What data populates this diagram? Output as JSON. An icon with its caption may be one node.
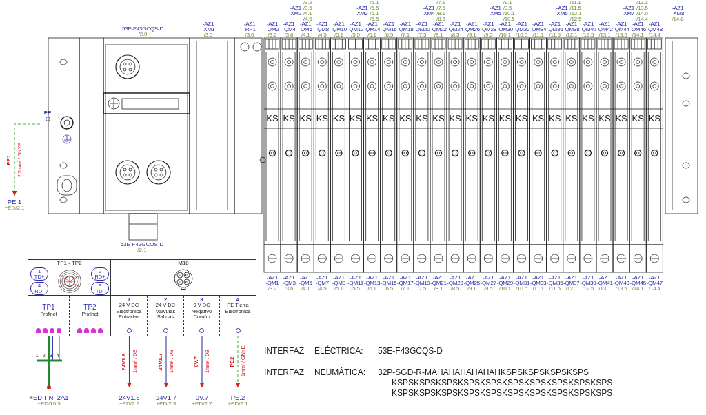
{
  "diagram": {
    "nodes": [
      {
        "text": [
          "PE"
        ]
      },
      {
        "text": [
          "PE.1",
          "+ED/2.1"
        ]
      },
      {
        "text": [
          "53E-F43GCQS-D",
          "/2.1"
        ]
      },
      {
        "text": [
          "TP1 - TP2"
        ],
        "in": 2
      },
      {
        "text": [
          "1",
          "TD+"
        ],
        "in": 3
      },
      {
        "text": [
          "2",
          "RD+"
        ],
        "in": 3
      },
      {
        "text": [
          "4",
          "RD-"
        ],
        "in": 3
      },
      {
        "text": [
          "3",
          "TD-"
        ],
        "in": 3
      },
      {
        "text": [
          "M18"
        ],
        "in": 2
      },
      {
        "text": [
          "TP1",
          "Profinet"
        ],
        "in": 2
      },
      {
        "text": [
          "TP2",
          "Profinet"
        ],
        "in": 2
      },
      {
        "text": [
          "1",
          "24 V DC Electrónica Entradas"
        ],
        "in": 2
      },
      {
        "text": [
          "2",
          "24 V DC Válvulas Salidas"
        ],
        "in": 2
      },
      {
        "text": [
          "3",
          "0 V DC Negativo Común"
        ],
        "in": 2
      },
      {
        "text": [
          "4",
          "PE Tierra Electrónica"
        ],
        "in": 2
      },
      {
        "text": [
          "+ED-PN_2A1",
          "+ED/10.5"
        ]
      },
      {
        "text": [
          "24V1.6",
          "+ED/2.2"
        ]
      },
      {
        "text": [
          "24V1.7",
          "+ED/2.3"
        ]
      },
      {
        "text": [
          "0V.7",
          "+ED/2.7"
        ]
      },
      {
        "text": [
          "PE.2",
          "+ED/2.1"
        ]
      }
    ],
    "edges": [
      {
        "from": 0,
        "to": 1,
        "arrow": "to",
        "label": "PE1",
        "style": "dashed",
        "color": "#4caf50"
      },
      {
        "from": 9,
        "to": 15,
        "arrow": "other",
        "style": "thick",
        "color": "#1e8c2e"
      },
      {
        "from": 11,
        "to": 16,
        "arrow": "to",
        "label": "24V1.6"
      },
      {
        "from": 12,
        "to": 17,
        "arrow": "to",
        "label": "24V1.7"
      },
      {
        "from": 13,
        "to": 18,
        "arrow": "to",
        "label": "0V.7"
      },
      {
        "from": 14,
        "to": 19,
        "arrow": "to",
        "label": "PE2",
        "style": "dashed",
        "color": "#4caf50"
      }
    ],
    "labels": [
      "53E-F43GCQS-D",
      "/2.0",
      "-AZ1",
      "-XM1",
      "/3.0",
      "-AZ1",
      "-RP1",
      "/3.0",
      "-AZ1",
      "-XM2",
      "/3.2",
      "/3.5",
      "/4.1",
      "/4.5",
      "-AZ1",
      "-XM3",
      "/5.1",
      "/5.5",
      "/6.1",
      "/6.5",
      "-AZ1",
      "-XM4",
      "/7.1",
      "/7.5",
      "/8.1",
      "/8.5",
      "-AZ1",
      "-XM5",
      "/9.1",
      "/9.5",
      "/10.1",
      "/10.5",
      "-AZ1",
      "-XM6",
      "/11.1",
      "/11.5",
      "/12.1",
      "/12.5",
      "-AZ1",
      "-XM7",
      "/13.1",
      "/13.5",
      "/14.0",
      "/14.4",
      "-AZ1",
      "-XM8",
      "/14.8",
      "-AZ1",
      "-QM2",
      "/3.2",
      "-AZ1",
      "-QM4",
      "/3.6",
      "-AZ1",
      "-QM6",
      "/4.1",
      "-AZ1",
      "-QM8",
      "/4.5",
      "-AZ1",
      "-QM10",
      "/5.1",
      "-AZ1",
      "-QM12",
      "/5.5",
      "-AZ1",
      "-QM14",
      "/6.1",
      "-AZ1",
      "-QM16",
      "/6.5",
      "-AZ1",
      "-QM18",
      "/7.1",
      "-AZ1",
      "-QM20",
      "/7.5",
      "-AZ1",
      "-QM22",
      "/8.1",
      "-AZ1",
      "-QM24",
      "/8.5",
      "-AZ1",
      "-QM26",
      "/9.1",
      "-AZ1",
      "-QM28",
      "/9.5",
      "-AZ1",
      "-QM30",
      "/10.1",
      "-AZ1",
      "-QM32",
      "/10.5",
      "-AZ1",
      "-QM34",
      "/11.1",
      "-AZ1",
      "-QM36",
      "/11.5",
      "-AZ1",
      "-QM38",
      "/12.1",
      "-AZ1",
      "-QM40",
      "/12.5",
      "-AZ1",
      "-QM42",
      "/13.1",
      "-AZ1",
      "-QM44",
      "/13.5",
      "-AZ1",
      "-QM46",
      "/14.1",
      "-AZ1",
      "-QM48",
      "/14.4",
      "KS",
      "KS",
      "KS",
      "KS",
      "KS",
      "KS",
      "KS",
      "KS",
      "KS",
      "KS",
      "KS",
      "KS",
      "KS",
      "KS",
      "KS",
      "KS",
      "KS",
      "KS",
      "KS",
      "KS",
      "KS",
      "KS",
      "KS",
      "KS",
      "-AZ1",
      "-QM1",
      "/3.2",
      "-AZ1",
      "-QM3",
      "/3.6",
      "-AZ1",
      "-QM5",
      "/4.1",
      "-AZ1",
      "-QM7",
      "/4.5",
      "-AZ1",
      "-QM9",
      "/5.1",
      "-AZ1",
      "-QM11",
      "/5.5",
      "-AZ1",
      "-QM13",
      "/6.1",
      "-AZ1",
      "-QM15",
      "/6.5",
      "-AZ1",
      "-QM17",
      "/7.1",
      "-AZ1",
      "-QM19",
      "/7.5",
      "-AZ1",
      "-QM21",
      "/8.1",
      "-AZ1",
      "-QM23",
      "/8.5",
      "-AZ1",
      "-QM25",
      "/9.1",
      "-AZ1",
      "-QM27",
      "/9.5",
      "-AZ1",
      "-QM29",
      "/10.1",
      "-AZ1",
      "-QM31",
      "/10.5",
      "-AZ1",
      "-QM33",
      "/11.1",
      "-AZ1",
      "-QM35",
      "/11.5",
      "-AZ1",
      "-QM37",
      "/12.1",
      "-AZ1",
      "-QM39",
      "/12.5",
      "-AZ1",
      "-QM41",
      "/13.1",
      "-AZ1",
      "-QM43",
      "/13.5",
      "-AZ1",
      "-QM45",
      "/14.1",
      "-AZ1",
      "-QM47",
      "/14.4",
      "2,5mm² / GNYE",
      "1mm² / DB",
      "1mm² / DB",
      "1mm² / DB",
      "1mm² / GNYE",
      "1",
      "2",
      "3",
      "4",
      "INTERFAZ",
      "ELÉCTRICA:",
      "53E-F43GCQS-D",
      "INTERFAZ",
      "NEUMÁTICA:",
      "32P-SGD-R-MAHAHAHAHAHAHKSPSKSPSKSPSKSPS",
      "KSPSKSPSKSPSKSPSKSPSKSPSKSPSKSPSKSPSKSPS",
      "KSPSKSPSKSPSKSPSKSPSKSPSKSPSKSPSKSPSKSPS"
    ]
  }
}
